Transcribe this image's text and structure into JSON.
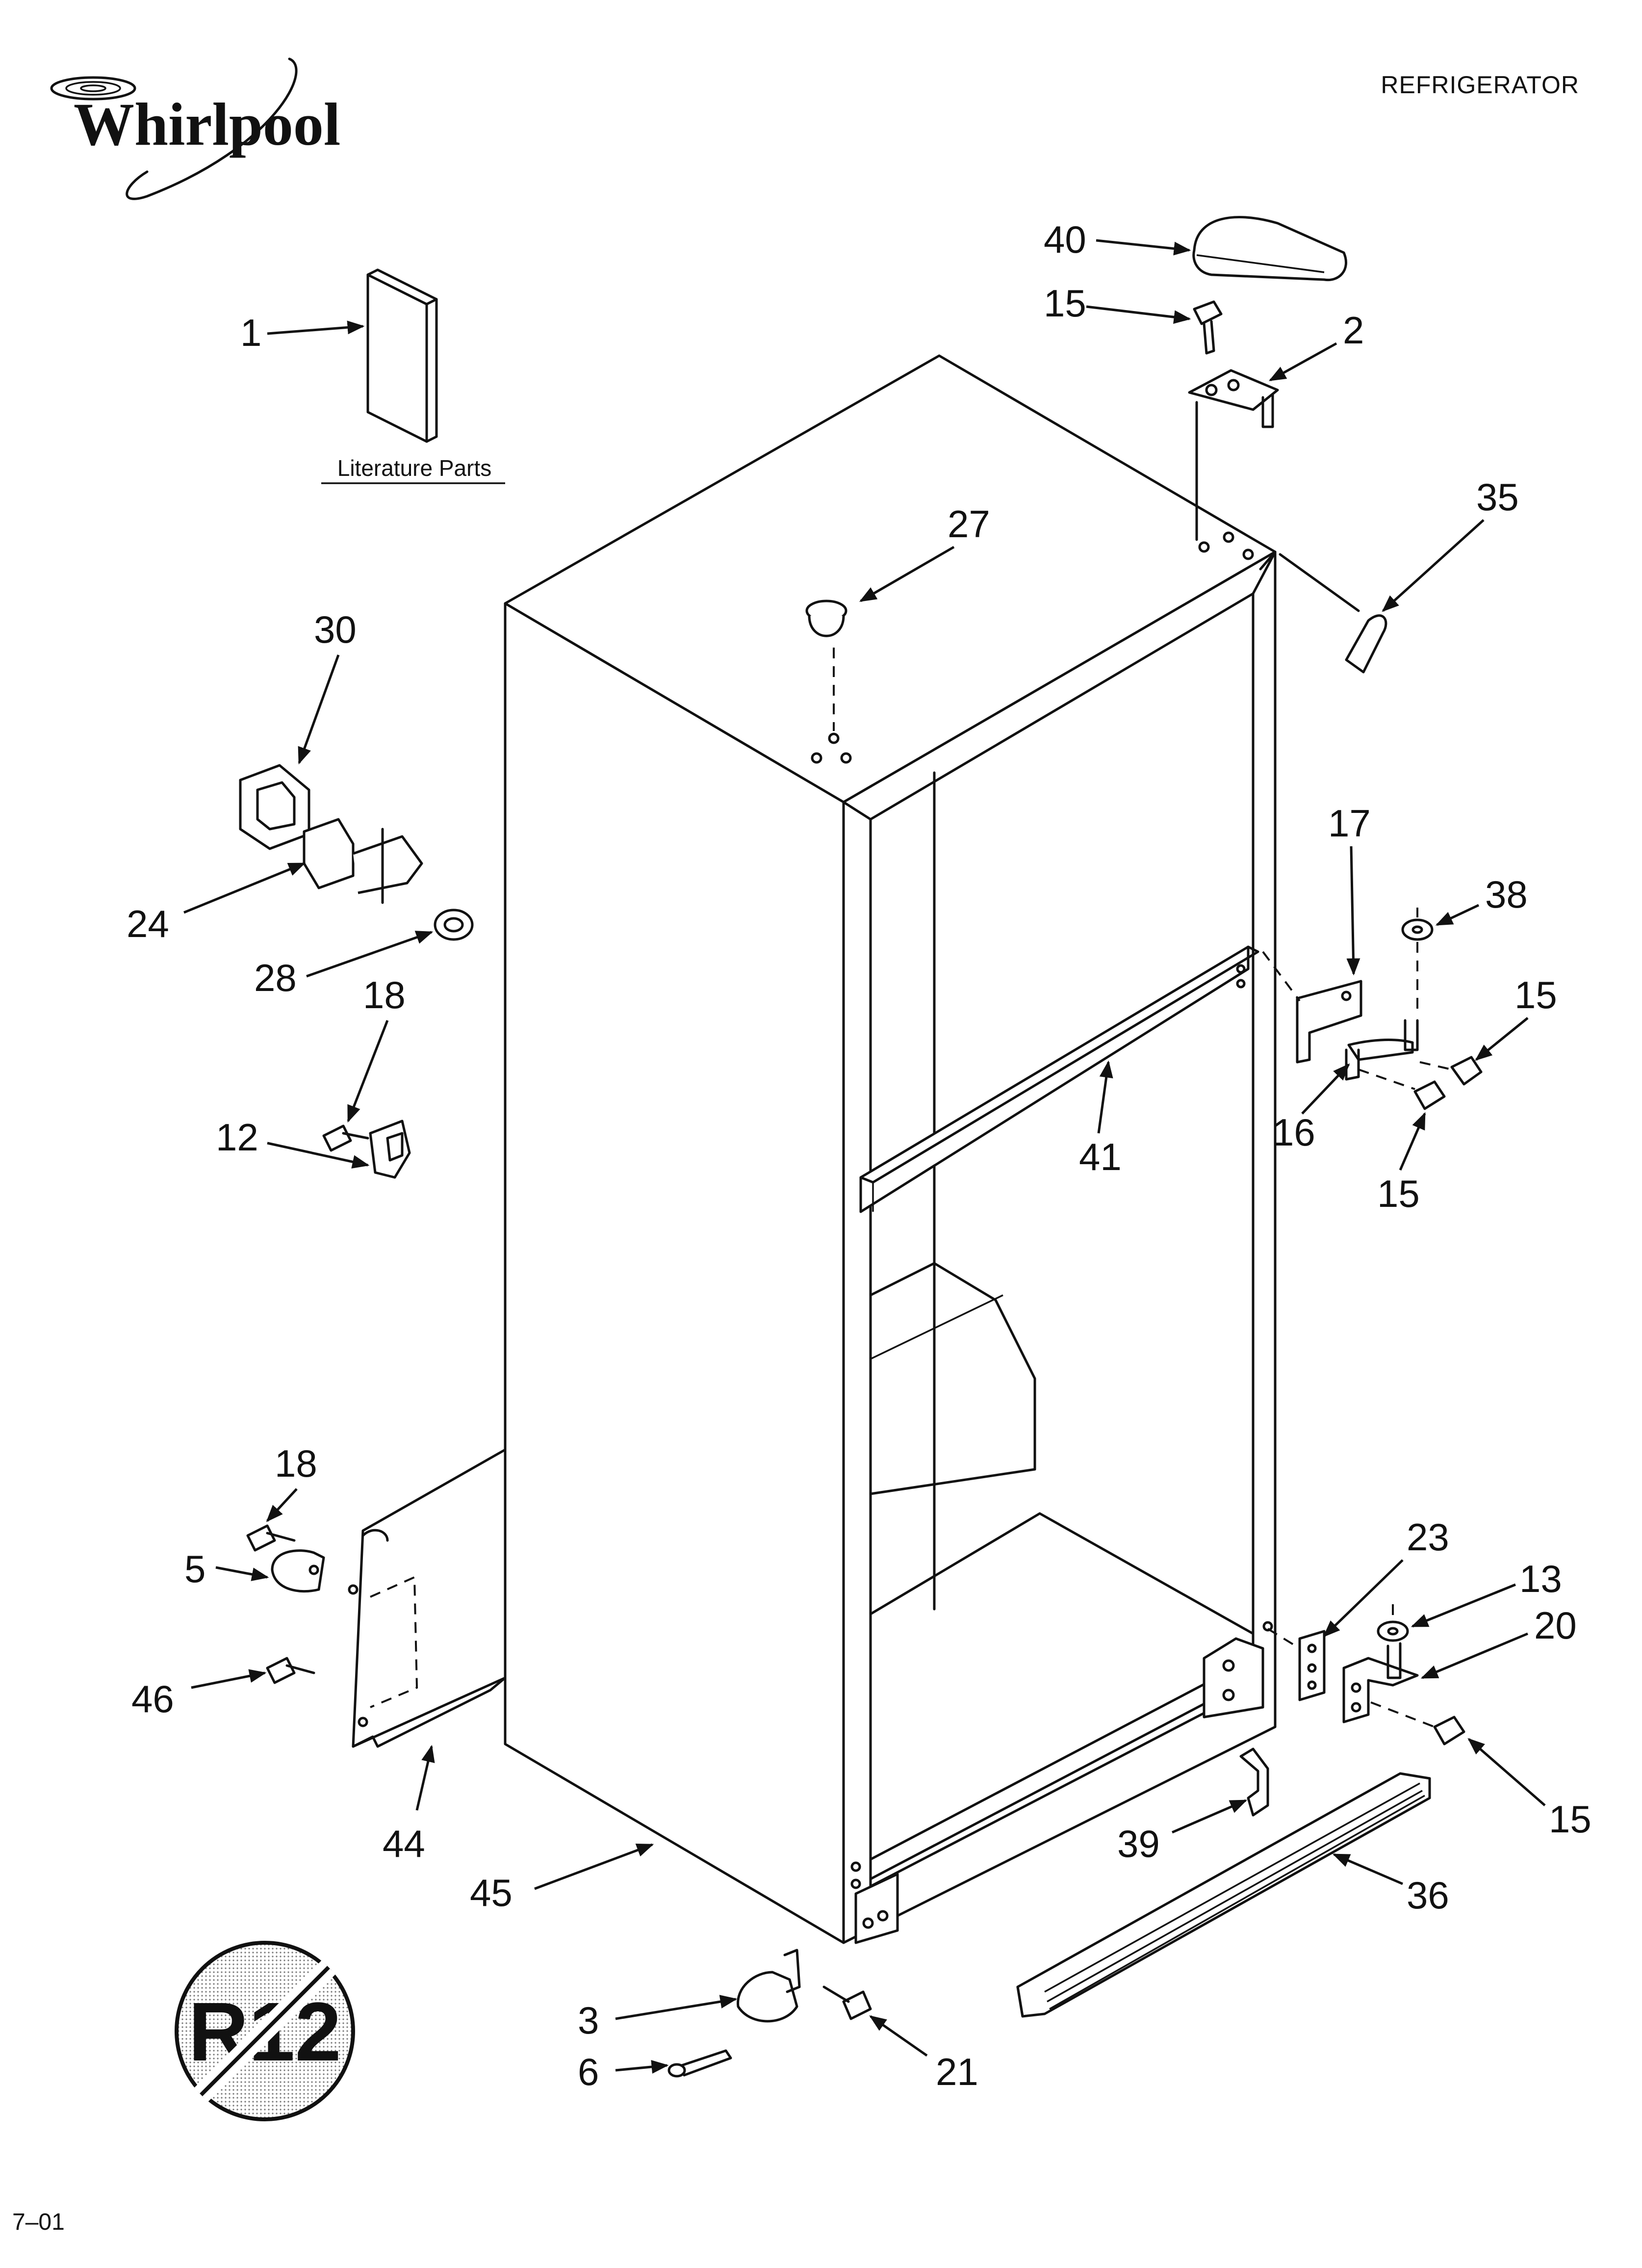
{
  "header": {
    "brand": "Whirlpool",
    "title": "REFRIGERATOR"
  },
  "literature_label": "Literature Parts",
  "badge_text": "R12",
  "footer_code": "7–01",
  "callouts": [
    {
      "id": "c40",
      "label": "40"
    },
    {
      "id": "c15a",
      "label": "15"
    },
    {
      "id": "c2",
      "label": "2"
    },
    {
      "id": "c1",
      "label": "1"
    },
    {
      "id": "c35",
      "label": "35"
    },
    {
      "id": "c27",
      "label": "27"
    },
    {
      "id": "c30",
      "label": "30"
    },
    {
      "id": "c24",
      "label": "24"
    },
    {
      "id": "c28",
      "label": "28"
    },
    {
      "id": "c18a",
      "label": "18"
    },
    {
      "id": "c12",
      "label": "12"
    },
    {
      "id": "c17",
      "label": "17"
    },
    {
      "id": "c38",
      "label": "38"
    },
    {
      "id": "c15b",
      "label": "15"
    },
    {
      "id": "c16",
      "label": "16"
    },
    {
      "id": "c15c",
      "label": "15"
    },
    {
      "id": "c41",
      "label": "41"
    },
    {
      "id": "c18b",
      "label": "18"
    },
    {
      "id": "c5",
      "label": "5"
    },
    {
      "id": "c46",
      "label": "46"
    },
    {
      "id": "c44",
      "label": "44"
    },
    {
      "id": "c45",
      "label": "45"
    },
    {
      "id": "c23",
      "label": "23"
    },
    {
      "id": "c13",
      "label": "13"
    },
    {
      "id": "c20",
      "label": "20"
    },
    {
      "id": "c15d",
      "label": "15"
    },
    {
      "id": "c39",
      "label": "39"
    },
    {
      "id": "c36",
      "label": "36"
    },
    {
      "id": "c3",
      "label": "3"
    },
    {
      "id": "c6",
      "label": "6"
    },
    {
      "id": "c21",
      "label": "21"
    }
  ]
}
